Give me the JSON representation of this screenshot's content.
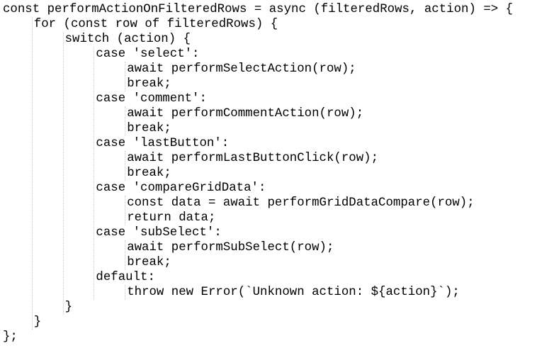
{
  "editor": {
    "lines": [
      {
        "indent": 0,
        "text": "const performActionOnFilteredRows = async (filteredRows, action) => {"
      },
      {
        "indent": 1,
        "text": "for (const row of filteredRows) {"
      },
      {
        "indent": 2,
        "text": "switch (action) {"
      },
      {
        "indent": 3,
        "text": "case 'select':"
      },
      {
        "indent": 4,
        "text": "await performSelectAction(row);"
      },
      {
        "indent": 4,
        "text": "break;"
      },
      {
        "indent": 3,
        "text": "case 'comment':"
      },
      {
        "indent": 4,
        "text": "await performCommentAction(row);"
      },
      {
        "indent": 4,
        "text": "break;"
      },
      {
        "indent": 3,
        "text": "case 'lastButton':"
      },
      {
        "indent": 4,
        "text": "await performLastButtonClick(row);"
      },
      {
        "indent": 4,
        "text": "break;"
      },
      {
        "indent": 3,
        "text": "case 'compareGridData':"
      },
      {
        "indent": 4,
        "text": "const data = await performGridDataCompare(row);"
      },
      {
        "indent": 4,
        "text": "return data;"
      },
      {
        "indent": 3,
        "text": "case 'subSelect':"
      },
      {
        "indent": 4,
        "text": "await performSubSelect(row);"
      },
      {
        "indent": 4,
        "text": "break;"
      },
      {
        "indent": 3,
        "text": "default:"
      },
      {
        "indent": 4,
        "text": "throw new Error(`Unknown action: ${action}`);"
      },
      {
        "indent": 2,
        "text": "}"
      },
      {
        "indent": 1,
        "text": "}"
      },
      {
        "indent": 0,
        "text": "};"
      }
    ]
  }
}
